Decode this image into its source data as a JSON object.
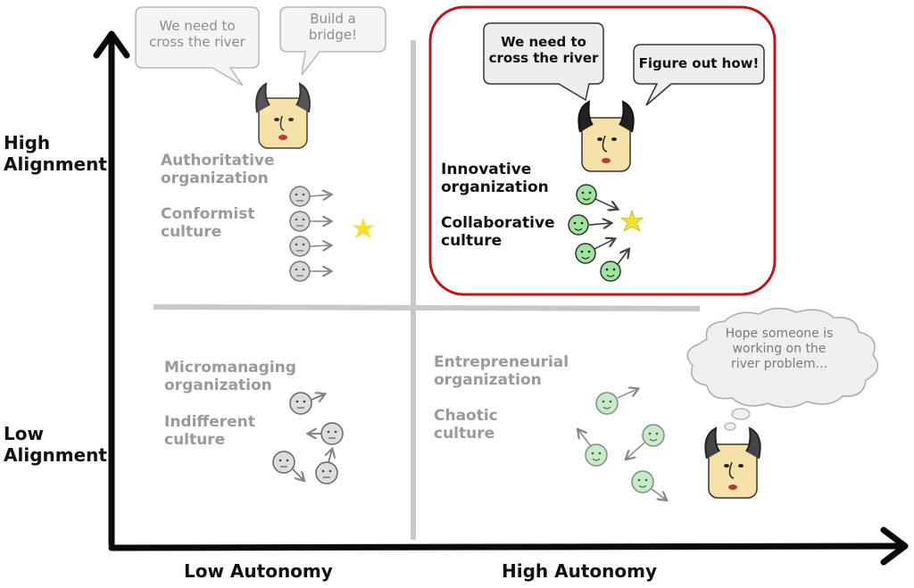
{
  "axes": {
    "y_high": "High\nAlignment",
    "y_low": "Low\nAlignment",
    "x_low": "Low Autonomy",
    "x_high": "High Autonomy"
  },
  "quadrants": {
    "top_left": {
      "organization": "Authoritative\norganization",
      "culture": "Conformist\nculture",
      "bubble_1": "We need to\ncross the river",
      "bubble_2": "Build a\nbridge!"
    },
    "top_right": {
      "organization": "Innovative\norganization",
      "culture": "Collaborative\nculture",
      "bubble_1": "We need to\ncross the river",
      "bubble_2": "Figure out how!"
    },
    "bottom_left": {
      "organization": "Micromanaging\norganization",
      "culture": "Indifferent\nculture"
    },
    "bottom_right": {
      "organization": "Entrepreneurial\norganization",
      "culture": "Chaotic\nculture",
      "thought": "Hope someone is\nworking on the\nriver problem..."
    }
  },
  "colors": {
    "highlight_border": "#c0141c",
    "green_face": "#9fe39f",
    "gray_face": "#d9d9d9",
    "star": "#f2e02a",
    "leader_skin": "#f6e2a8"
  }
}
